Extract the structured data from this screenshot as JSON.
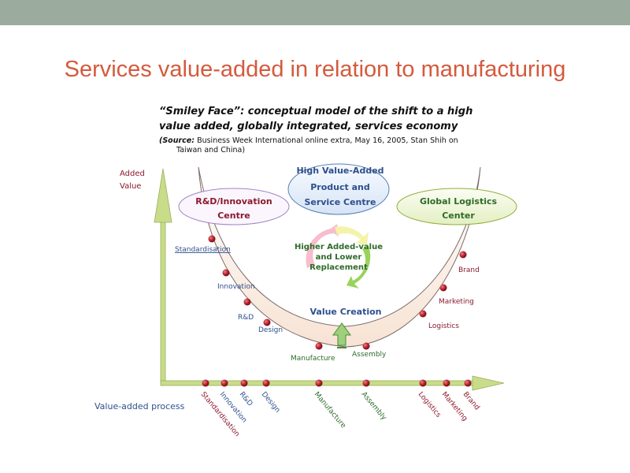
{
  "slide_title": "Services value-added in relation to manufacturing",
  "caption": {
    "line1": "“Smiley Face”: conceptual model of the shift to a high",
    "line2": "value added, globally integrated, services economy",
    "source_prefix": "(Source:",
    "source_text": " Business Week International online extra, May 16, 2005, Stan Shih on",
    "source_line2": "Taiwan and China)"
  },
  "axes": {
    "y_label_1": "Added",
    "y_label_2": "Value",
    "x_label": "Value-added process"
  },
  "bubbles": {
    "high_value_1": "High Value-Added",
    "high_value_2": "Product and",
    "high_value_3": "Service Centre",
    "rd_1": "R&D/Innovation",
    "rd_2": "Centre",
    "logistics_1": "Global Logistics",
    "logistics_2": "Center"
  },
  "center_text": {
    "line1": "Higher Added-value",
    "line2": "and Lower",
    "line3": "Replacement",
    "value_creation": "Value Creation"
  },
  "curve_labels": [
    "Standardisation",
    "Innovation",
    "R&D",
    "Design",
    "Manufacture",
    "Assembly",
    "Logistics",
    "Marketing",
    "Brand"
  ],
  "axis_labels": [
    "Standardisation",
    "Innovation",
    "R&D",
    "Design",
    "Manufacture",
    "Assembly",
    "Logistics",
    "Marketing",
    "Brand"
  ],
  "colors": {
    "title": "#d45a3c",
    "blue_text": "#2e4f8c",
    "red_text": "#8b1a2e",
    "green_text": "#2e6b2a",
    "axis": "#c9dc8a",
    "dot": "#b11a2a"
  }
}
